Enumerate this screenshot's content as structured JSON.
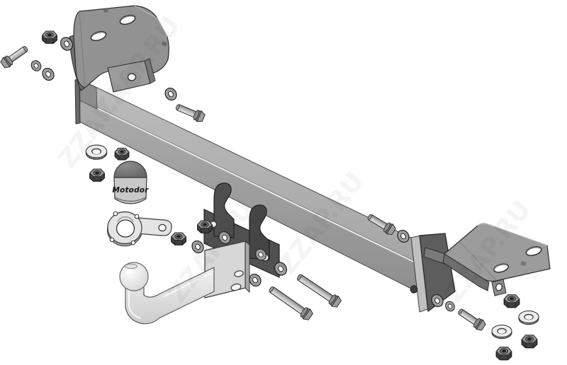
{
  "diagram": {
    "subject": "Tow bar hitch exploded assembly drawing",
    "background_color": "#ffffff",
    "watermark": {
      "text": "ZZAP.RU",
      "style": "tiled-diagonal",
      "opacity": 0.05
    },
    "ball_cap": {
      "brand_text": "Motodor"
    },
    "colors": {
      "beam_top": "#b2b2b2",
      "beam_front": "#9e9e9e",
      "beam_end": "#5d5d5d",
      "bracket": "#969696",
      "dark_bracket": "#4f4f4f",
      "ball_arm": "#e9e9e9",
      "cap_dome": "#6f6f6f",
      "cap_body": "#c8c8c8",
      "fastener": "#b5b5b5",
      "outline": "#2a2a2a"
    },
    "parts": [
      {
        "name": "crossbar-beam",
        "label": "Crossbar beam",
        "qty": 1
      },
      {
        "name": "left-mounting-bracket",
        "label": "Left mounting bracket",
        "qty": 1
      },
      {
        "name": "right-mounting-bracket",
        "label": "Right mounting bracket",
        "qty": 1
      },
      {
        "name": "ball-mount-bracket",
        "label": "Ball mount bracket",
        "qty": 1
      },
      {
        "name": "tow-ball-arm",
        "label": "Swan-neck tow ball arm",
        "qty": 1
      },
      {
        "name": "ball-cover-cap",
        "label": "Ball cover cap",
        "qty": 1
      },
      {
        "name": "socket-mounting-plate",
        "label": "Socket mounting plate",
        "qty": 1
      },
      {
        "name": "hex-bolt",
        "label": "Hex bolt",
        "qty": 6
      },
      {
        "name": "lock-nut",
        "label": "Lock nut",
        "qty": 8
      },
      {
        "name": "flat-washer",
        "label": "Flat washer",
        "qty": 3
      },
      {
        "name": "ring-washer",
        "label": "Washer",
        "qty": 12
      }
    ]
  }
}
